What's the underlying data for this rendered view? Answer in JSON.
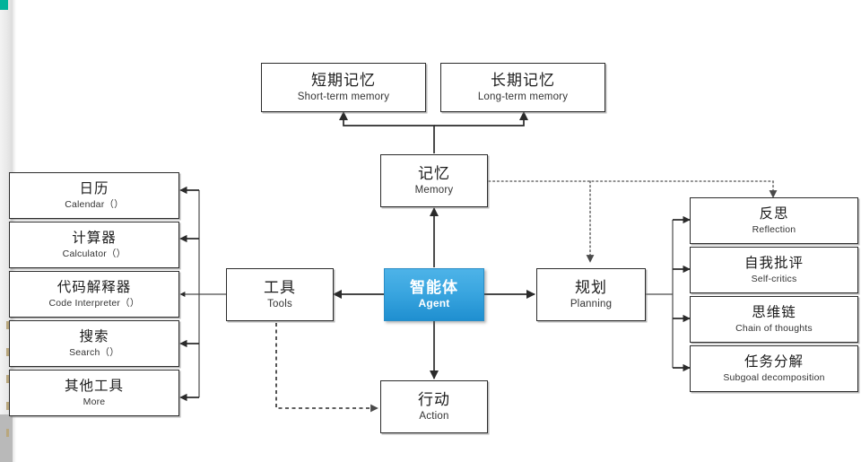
{
  "window": {
    "background_color": "#ffffff",
    "accent_marker_color": "#00b39a",
    "strip_color": "#e9e9e9"
  },
  "diagram": {
    "title_visible": false,
    "agent": {
      "cn": "智能体",
      "en": "Agent",
      "color": "#2f9fda"
    },
    "memory": {
      "cn": "记忆",
      "en": "Memory"
    },
    "memory_children": [
      {
        "cn": "短期记忆",
        "en": "Short-term memory"
      },
      {
        "cn": "长期记忆",
        "en": "Long-term memory"
      }
    ],
    "tools": {
      "cn": "工具",
      "en": "Tools"
    },
    "tool_items": [
      {
        "cn": "日历",
        "en": "Calendar（）"
      },
      {
        "cn": "计算器",
        "en": "Calculator（）"
      },
      {
        "cn": "代码解释器",
        "en": "Code Interpreter（）"
      },
      {
        "cn": "搜索",
        "en": "Search（）"
      },
      {
        "cn": "其他工具",
        "en": "More"
      }
    ],
    "planning": {
      "cn": "规划",
      "en": "Planning"
    },
    "planning_items": [
      {
        "cn": "反思",
        "en": "Reflection"
      },
      {
        "cn": "自我批评",
        "en": "Self-critics"
      },
      {
        "cn": "思维链",
        "en": "Chain of thoughts"
      },
      {
        "cn": "任务分解",
        "en": "Subgoal decomposition"
      }
    ],
    "action": {
      "cn": "行动",
      "en": "Action"
    }
  }
}
